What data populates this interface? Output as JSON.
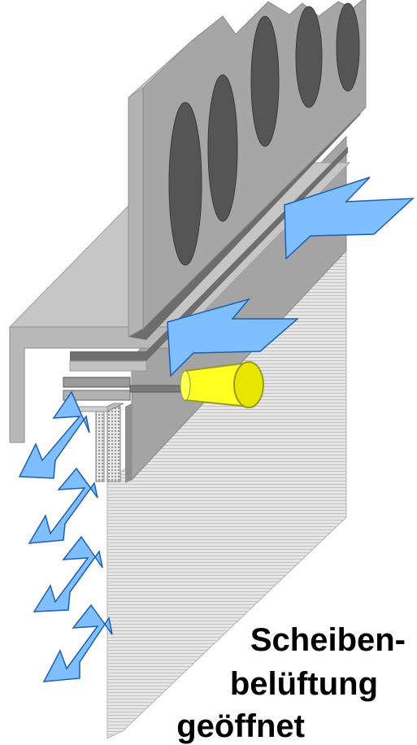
{
  "caption": {
    "line1": "Scheiben-",
    "line2": "belüftung",
    "line3": "geöffnet"
  },
  "colors": {
    "arrow_fill": "#80bfff",
    "arrow_stroke": "#1e5fb4",
    "knob_fill": "#ffff22",
    "knob_stroke": "#99992a",
    "profile_light": "#c6c6c6",
    "profile_mid": "#a4a4a4",
    "profile_dark": "#6e6e6e",
    "slot_dark": "#555555",
    "glass": "#d8d8d8"
  },
  "icons": {
    "airflow_arrow": "arrow-icon",
    "adjustment_knob": "knob-icon"
  },
  "state": "open"
}
